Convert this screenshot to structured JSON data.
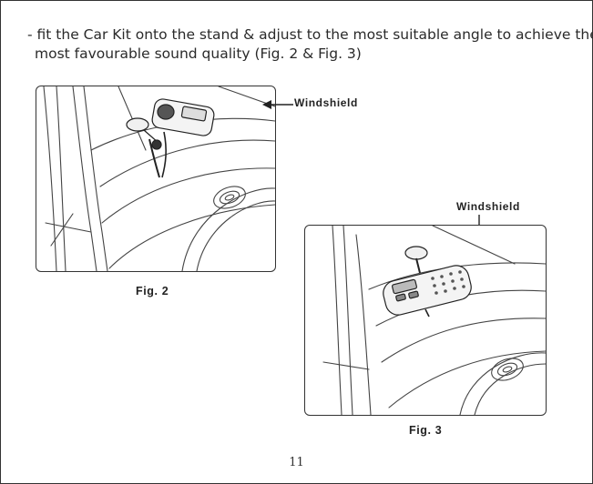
{
  "instruction": {
    "line1": "- fit the Car Kit onto the stand & adjust to the most suitable angle to achieve the",
    "line2": "most favourable sound quality (Fig. 2 & Fig. 3)"
  },
  "figures": {
    "fig2": {
      "caption": "Fig. 2",
      "windshield_label": "Windshield"
    },
    "fig3": {
      "caption": "Fig. 3",
      "windshield_label": "Windshield"
    }
  },
  "page_number": "11"
}
